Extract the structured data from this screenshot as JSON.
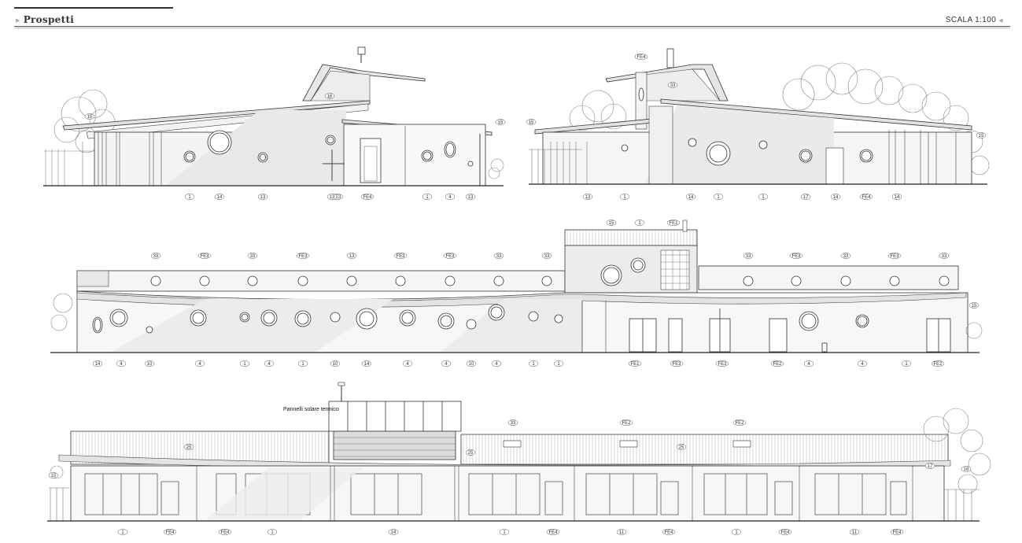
{
  "header": {
    "title": "Prospetti",
    "scale": "SCALA 1:100"
  },
  "annotation": {
    "solar_panels": "Pannelli solare termico"
  },
  "elevations": [
    {
      "id": "e1",
      "tags": [
        "15",
        "14",
        "13",
        "16",
        "1",
        "13",
        "FE3",
        "FE4",
        "1",
        "4",
        "13",
        "15"
      ]
    },
    {
      "id": "e2",
      "tags": [
        "15",
        "13",
        "33",
        "14",
        "1",
        "1",
        "1",
        "17",
        "14",
        "FE4",
        "14",
        "FE4",
        "15"
      ]
    },
    {
      "id": "e3",
      "tags": [
        "14",
        "4",
        "10",
        "4",
        "1",
        "4",
        "1",
        "10",
        "14",
        "4",
        "4",
        "10",
        "4",
        "1",
        "1",
        "FE1",
        "FE3",
        "FE3",
        "FE2",
        "4",
        "4",
        "1",
        "FE2",
        "33",
        "FE3",
        "33",
        "FE3",
        "13",
        "FE3",
        "FE3",
        "33",
        "33",
        "15",
        "1",
        "FE1",
        "33",
        "FE3",
        "33",
        "FE3",
        "33",
        "15",
        "15"
      ]
    },
    {
      "id": "e4",
      "tags": [
        "1",
        "FE4",
        "FE4",
        "1",
        "14",
        "1",
        "FE4",
        "11",
        "FE4",
        "1",
        "FE4",
        "11",
        "FE4",
        "17",
        "33",
        "FE2",
        "FE2",
        "25",
        "25",
        "15",
        "16",
        "25"
      ]
    }
  ]
}
